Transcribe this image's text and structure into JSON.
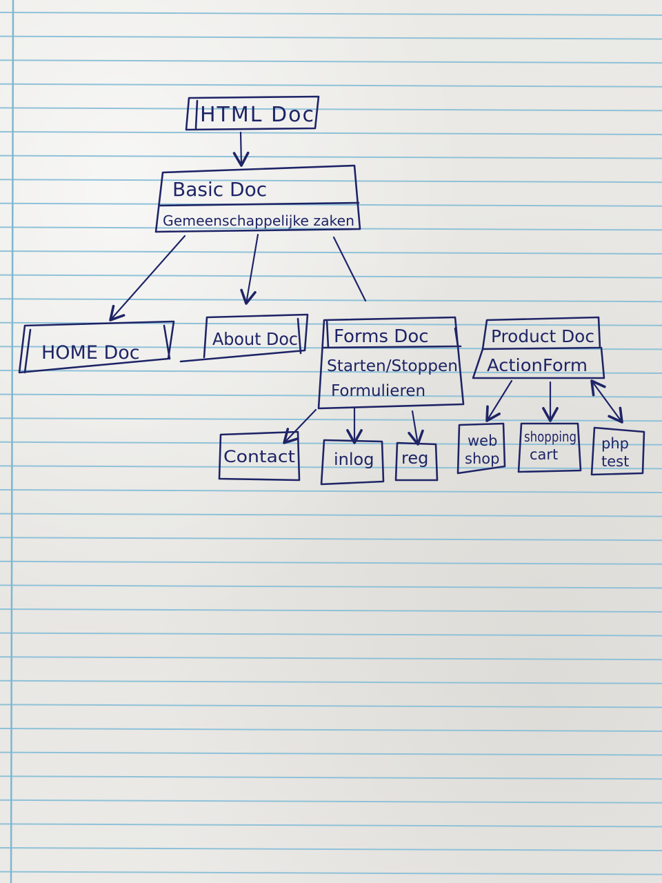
{
  "nodes": {
    "html_doc": "HTML Doc",
    "basic_doc": "Basic Doc",
    "basic_doc_sub": "Gemeenschappelijke zaken",
    "home_doc": "HOME Doc",
    "about_doc": "About Doc",
    "forms_doc": "Forms Doc",
    "forms_doc_sub_line1": "Starten/Stoppen",
    "forms_doc_sub_line2": "Formulieren",
    "product_doc": "Product Doc",
    "product_doc_sub": "ActionForm",
    "contact": "Contact",
    "inlog": "inlog",
    "reg": "reg",
    "webshop_line1": "web",
    "webshop_line2": "shop",
    "shopping_cart_line1": "shopping",
    "shopping_cart_line2": "cart",
    "php_test_line1": "php",
    "php_test_line2": "test"
  },
  "colors": {
    "ink": "#1e2466",
    "paper": "#e9e8e5",
    "rule": "#8fc1d8",
    "margin": "#7fb6cf"
  }
}
